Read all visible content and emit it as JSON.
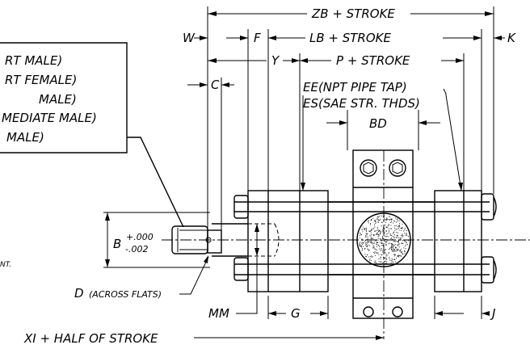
{
  "labels": {
    "zb": "ZB + STROKE",
    "w": "W",
    "f": "F",
    "lb": "LB + STROKE",
    "k": "K",
    "y": "Y",
    "p": "P + STROKE",
    "c": "C",
    "ee": "EE(NPT PIPE TAP)",
    "es": "ES(SAE STR. THDS)",
    "bd": "BD",
    "b": "B",
    "b_tol_plus": "+.000",
    "b_tol_minus": "-.002",
    "d": "D",
    "d_note": "(ACROSS FLATS)",
    "mm": "MM",
    "g": "G",
    "j": "J",
    "xi": "XI + HALF OF STROKE",
    "nt": "NT."
  },
  "rod_end_callout": [
    "RT MALE)",
    "RT FEMALE)",
    "MALE)",
    "MEDIATE MALE)",
    " MALE)"
  ]
}
